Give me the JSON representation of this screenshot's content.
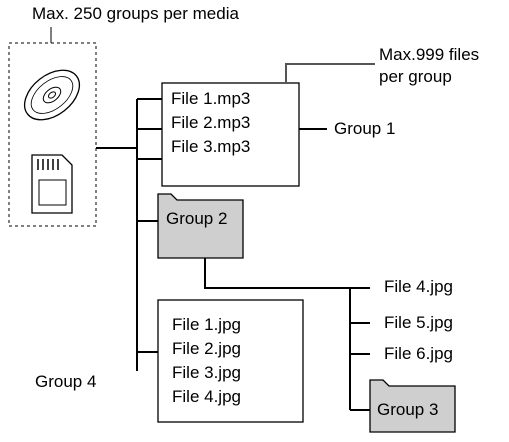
{
  "header": {
    "max_groups": "Max. 250 groups per media"
  },
  "annotation": {
    "max_files_line1": "Max.999 files",
    "max_files_line2": "per group"
  },
  "group1": {
    "label": "Group 1",
    "files": [
      "File 1.mp3",
      "File 2.mp3",
      "File 3.mp3"
    ]
  },
  "group2": {
    "label": "Group 2"
  },
  "group3": {
    "label": "Group 3",
    "files": [
      "File 4.jpg",
      "File 5.jpg",
      "File 6.jpg"
    ]
  },
  "group4": {
    "label": "Group 4",
    "files": [
      "File 1.jpg",
      "File 2.jpg",
      "File 3.jpg",
      "File 4.jpg"
    ]
  },
  "media": {
    "icons": [
      "disc-icon",
      "sd-card-icon"
    ]
  },
  "colors": {
    "folder_fill": "#cfcfcf",
    "line": "#000000",
    "annotation_line": "#555555"
  }
}
